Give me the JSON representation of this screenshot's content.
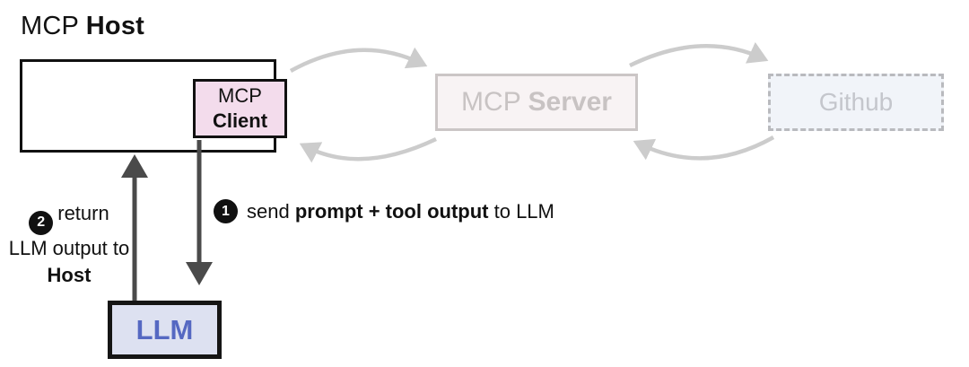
{
  "title": {
    "regular": "MCP ",
    "bold": "Host"
  },
  "client_box": {
    "line1": "MCP",
    "line2": "Client"
  },
  "server_box": {
    "regular": "MCP ",
    "bold": "Server"
  },
  "github_box": {
    "label": "Github"
  },
  "llm_box": {
    "label": "LLM"
  },
  "steps": {
    "step1": {
      "number": "1",
      "pre": "send ",
      "bold": "prompt + tool output",
      "post": " to LLM"
    },
    "step2": {
      "number": "2",
      "line1": "return",
      "line2": "LLM output to",
      "line3": "Host"
    }
  },
  "colors": {
    "client_fill": "#f3dcec",
    "server_fill": "#f8f3f4",
    "server_border": "#cbc6c6",
    "github_fill": "#f1f4f9",
    "github_border": "#b9babe",
    "llm_fill": "#dde1f1",
    "llm_text": "#5568c2",
    "faded_arrow": "#cccccc",
    "dark_arrow": "#4a4a4a",
    "box_border": "#111111"
  }
}
